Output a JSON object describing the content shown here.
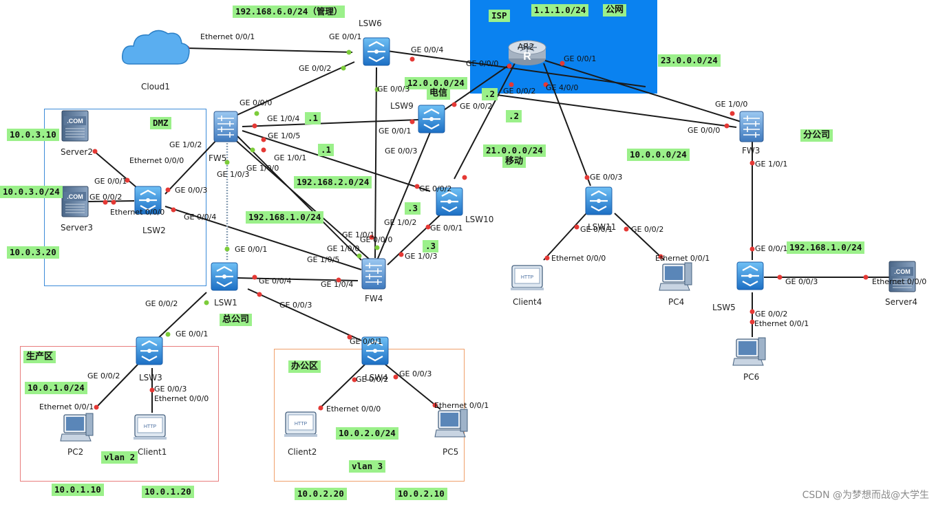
{
  "colors": {
    "isp_zone": "#0a82f0",
    "dmz_border": "#3a8ad8",
    "production_border": "#e87c7c",
    "office_border": "#f0a06a",
    "label_bg": "#9bf08a",
    "link": "#1a1a1a",
    "port_dot_up": "#e53935",
    "port_dot_alt": "#7ccc3a",
    "switch_fill": "#2a86d8",
    "firewall_fill": "#3a6fb0",
    "router_fill": "#9aa6b4",
    "cloud_fill": "#4da3e6"
  },
  "zones": {
    "isp": {
      "tag": "ISP",
      "net": "1.1.1.0/24",
      "name": "公网"
    },
    "dmz": {
      "name": "DMZ"
    },
    "production": {
      "name": "生产区"
    },
    "office": {
      "name": "办公区"
    }
  },
  "devices": {
    "cloud1": {
      "name": "Cloud1",
      "icon": "cloud-icon"
    },
    "lsw6": {
      "name": "LSW6",
      "icon": "switch-icon"
    },
    "ar2": {
      "name": "AR2",
      "icon": "router-icon"
    },
    "lsw9": {
      "name": "LSW9",
      "icon": "switch-icon"
    },
    "fw5": {
      "name": "FW5",
      "icon": "firewall-icon"
    },
    "server2": {
      "name": "Server2",
      "icon": "server-icon"
    },
    "server3": {
      "name": "Server3",
      "icon": "server-icon"
    },
    "lsw2": {
      "name": "LSW2",
      "icon": "switch-icon"
    },
    "lsw10": {
      "name": "LSW10",
      "icon": "switch-icon"
    },
    "fw4": {
      "name": "FW4",
      "icon": "firewall-icon"
    },
    "lsw1": {
      "name": "LSW1",
      "icon": "switch-icon"
    },
    "lsw3": {
      "name": "LSW3",
      "icon": "switch-icon"
    },
    "lsw4": {
      "name": "LSW4",
      "icon": "switch-icon"
    },
    "pc2": {
      "name": "PC2",
      "icon": "pc-icon"
    },
    "client1": {
      "name": "Client1",
      "icon": "client-icon"
    },
    "client2": {
      "name": "Client2",
      "icon": "client-icon"
    },
    "pc5": {
      "name": "PC5",
      "icon": "pc-icon"
    },
    "lsw11": {
      "name": "LSW11",
      "icon": "switch-icon"
    },
    "client4": {
      "name": "Client4",
      "icon": "client-icon"
    },
    "pc4": {
      "name": "PC4",
      "icon": "pc-icon"
    },
    "fw3": {
      "name": "FW3",
      "icon": "firewall-icon"
    },
    "lsw5": {
      "name": "LSW5",
      "icon": "switch-icon"
    },
    "server4": {
      "name": "Server4",
      "icon": "server-icon"
    },
    "pc6": {
      "name": "PC6",
      "icon": "pc-icon"
    }
  },
  "tags": {
    "mgmt_net": "192.168.6.0/24（管理）",
    "net_12": "12.0.0.0/24",
    "telecom": "电信",
    "dot2_a": ".2",
    "dot2_b": ".2",
    "dot1_a": ".1",
    "dot1_b": ".1",
    "net_21": "21.0.0.0/24",
    "mobile": "移动",
    "net_23": "23.0.0.0/24",
    "branch": "分公司",
    "net_10_0_0": "10.0.0.0/24",
    "net_192_2": "192.168.2.0/24",
    "net_192_1_hq": "192.168.1.0/24",
    "dot3_a": ".3",
    "dot3_b": ".3",
    "hq": "总公司",
    "net_192_1_branch": "192.168.1.0/24",
    "ip_10_0_3_10": "10.0.3.10",
    "net_10_0_3": "10.0.3.0/24",
    "ip_10_0_3_20": "10.0.3.20",
    "net_10_0_1": "10.0.1.0/24",
    "vlan2": "vlan 2",
    "ip_10_0_1_10": "10.0.1.10",
    "ip_10_0_1_20": "10.0.1.20",
    "net_10_0_2": "10.0.2.0/24",
    "vlan3": "vlan 3",
    "ip_10_0_2_20": "10.0.2.20",
    "ip_10_0_2_10": "10.0.2.10"
  },
  "ports": {
    "cloud_eth": "Ethernet 0/0/1",
    "lsw6_ge001": "GE 0/0/1",
    "lsw6_ge004": "GE 0/0/4",
    "lsw6_ge002": "GE 0/0/2",
    "lsw6_ge003": "GE 0/0/3",
    "ar2_ge000": "GE 0/0/0",
    "ar2_ge001": "GE 0/0/1",
    "ar2_ge002": "GE 0/0/2",
    "ar2_ge400": "GE 4/0/0",
    "lsw9_ge002": "GE 0/0/2",
    "lsw9_ge001": "GE 0/0/1",
    "lsw9_ge003": "GE 0/0/3",
    "fw5_ge000": "GE 0/0/0",
    "fw5_ge104": "GE 1/0/4",
    "fw5_ge105": "GE 1/0/5",
    "fw5_ge102": "GE 1/0/2",
    "fw5_ge101": "GE 1/0/1",
    "fw5_ge100": "GE 1/0/0",
    "fw5_ge103": "GE 1/0/3",
    "lsw2_eth000": "Ethernet 0/0/0",
    "lsw2_ge001": "GE 0/0/1",
    "lsw2_ge002": "GE 0/0/2",
    "lsw2_ge003": "GE 0/0/3",
    "lsw2_ge004": "GE 0/0/4",
    "server3_eth000": "Ethernet 0/0/0",
    "lsw10_ge002": "GE 0/0/2",
    "lsw10_ge001": "GE 0/0/1",
    "fw4_ge102": "GE 1/0/2",
    "fw4_ge101": "GE 1/0/1",
    "fw4_ge100": "GE 1/0/0",
    "fw4_ge000": "GE 0/0/0",
    "fw4_ge105": "GE 1/0/5",
    "fw4_ge103": "GE 1/0/3",
    "fw4_ge104": "GE 1/0/4",
    "lsw1_ge001": "GE 0/0/1",
    "lsw1_ge004": "GE 0/0/4",
    "lsw1_ge002": "GE 0/0/2",
    "lsw1_ge003": "GE 0/0/3",
    "lsw3_ge001": "GE 0/0/1",
    "lsw3_ge002": "GE 0/0/2",
    "lsw3_ge003": "GE 0/0/3",
    "client1_eth000": "Ethernet 0/0/0",
    "pc2_eth001": "Ethernet 0/0/1",
    "lsw4_ge001": "GE 0/0/1",
    "lsw4_ge002": "GE 0/0/2",
    "lsw4_ge003": "GE 0/0/3",
    "client2_eth000": "Ethernet 0/0/0",
    "pc5_eth001": "Ethernet 0/0/1",
    "lsw11_ge003": "GE 0/0/3",
    "lsw11_ge001": "GE 0/0/1",
    "lsw11_ge002": "GE 0/0/2",
    "client4_eth000": "Ethernet 0/0/0",
    "pc4_eth001": "Ethernet 0/0/1",
    "fw3_ge100": "GE 1/0/0",
    "fw3_ge000": "GE 0/0/0",
    "fw3_ge101": "GE 1/0/1",
    "lsw5_ge001": "GE 0/0/1",
    "lsw5_ge003": "GE 0/0/3",
    "lsw5_ge002": "GE 0/0/2",
    "server4_eth000": "Ethernet 0/0/0",
    "pc6_eth001": "Ethernet 0/0/1"
  },
  "watermark": "CSDN @为梦想而战@大学生"
}
